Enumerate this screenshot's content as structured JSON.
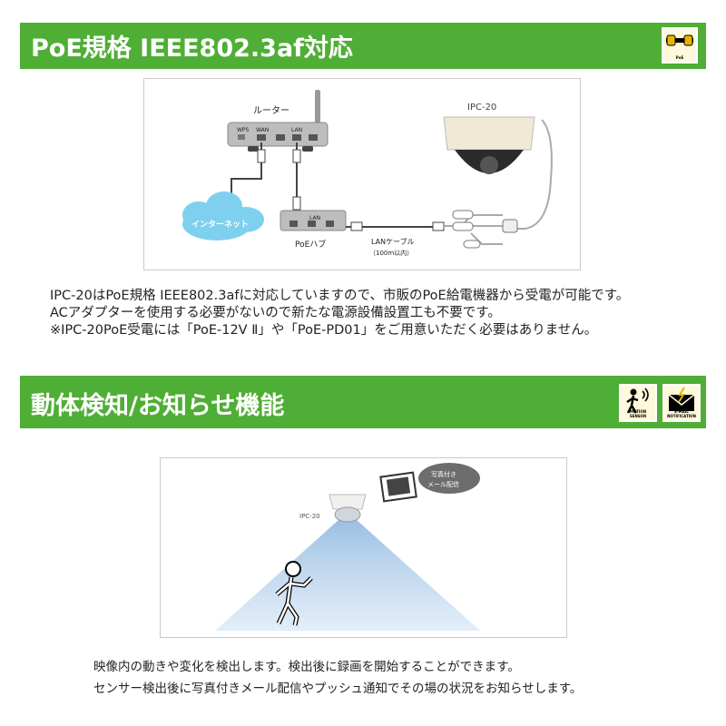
{
  "section1": {
    "title": "PoE規格 IEEE802.3af対応",
    "badge_caption": "PoE",
    "diagram": {
      "router_label": "ルーター",
      "router_ports": [
        "WPS",
        "WAN",
        "LAN"
      ],
      "internet_label": "インターネット",
      "hub_port_label": "LAN",
      "hub_label": "PoEハブ",
      "cable_label": "LANケーブル",
      "cable_sub": "（100m以内）",
      "camera_label": "IPC-20"
    },
    "lines": [
      "IPC-20はPoE規格 IEEE802.3afに対応していますので、市販のPoE給電機器から受電が可能です。",
      "ACアダプターを使用する必要がないので新たな電源設備設置工も不要です。",
      "※IPC-20PoE受電には「PoE-12V Ⅱ」や「PoE-PD01」をご用意いただく必要はありません。"
    ]
  },
  "section2": {
    "title": "動体検知/お知らせ機能",
    "badges": [
      "MOTION SENSOR",
      "E-MAIL NOTIFICATION"
    ],
    "diagram": {
      "camera_label": "IPC-20",
      "bubble_line1": "写真付き",
      "bubble_line2": "メール配信"
    },
    "lines": [
      "映像内の動きや変化を検出します。検出後に録画を開始することができます。",
      "センサー検出後に写真付きメール配信やプッシュ通知でその場の状況をお知らせします。"
    ]
  },
  "colors": {
    "accent": "#4fae35",
    "badge_bg": "#fff8dc",
    "cloud": "#7fd0ee",
    "cone": "#a9cbe8"
  }
}
